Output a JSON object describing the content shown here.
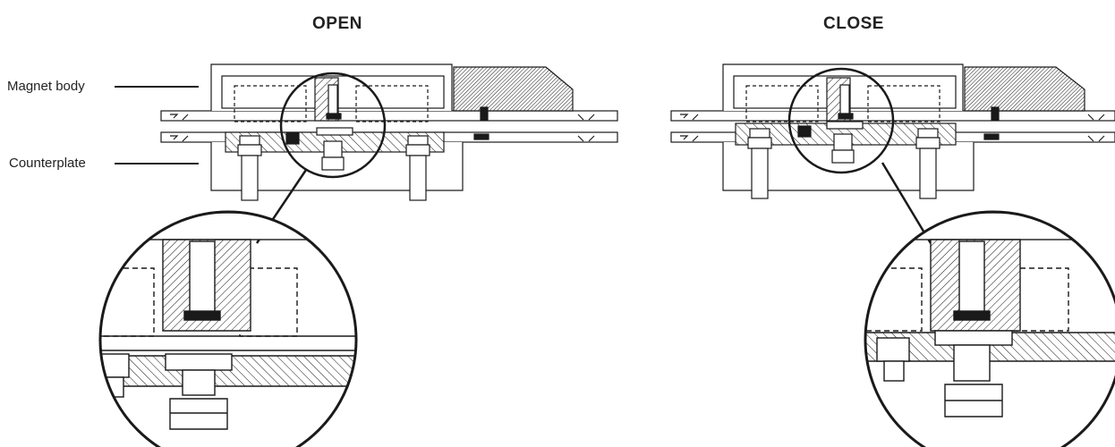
{
  "panels": {
    "open": {
      "title": "OPEN"
    },
    "close": {
      "title": "CLOSE"
    }
  },
  "labels": {
    "magnet_body": "Magnet body",
    "counterplate": "Counterplate"
  },
  "colors": {
    "line": "#1a1a1a",
    "background": "#ffffff"
  }
}
